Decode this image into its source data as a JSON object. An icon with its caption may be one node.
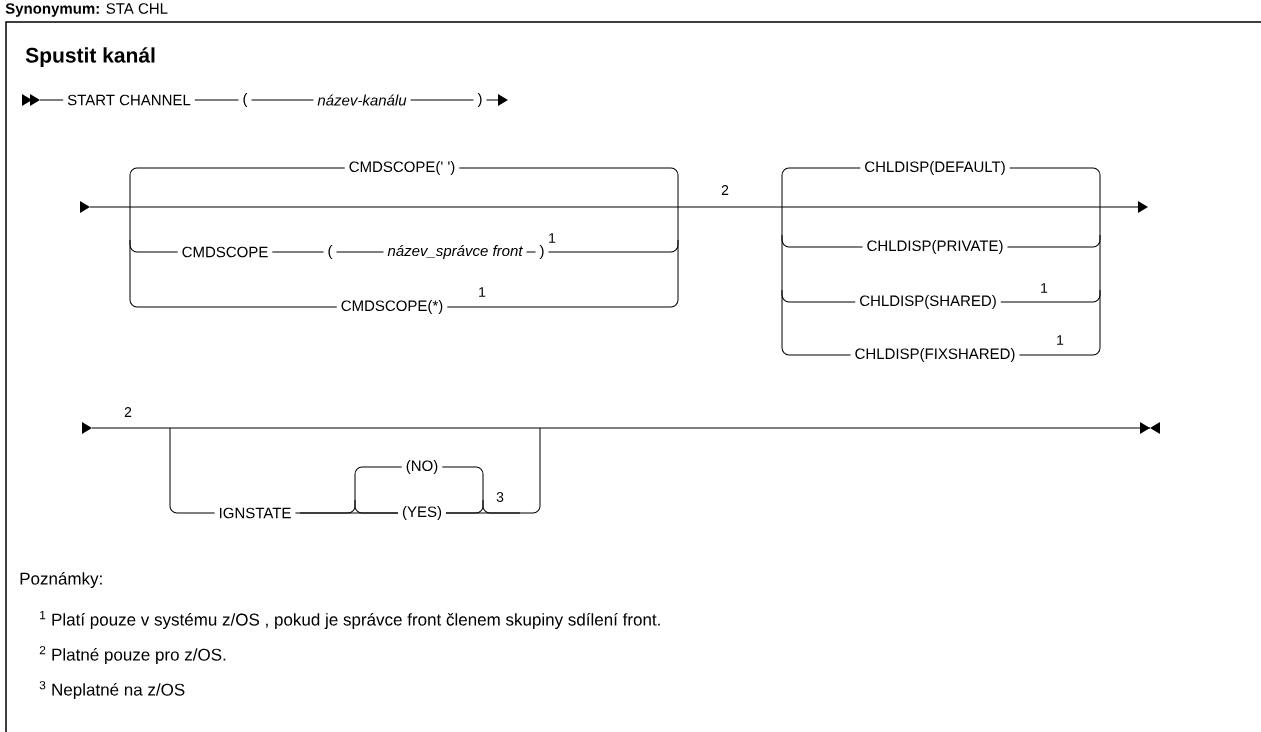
{
  "diagram": {
    "title": "Spustit kanál",
    "labels": [
      "**Synonymum:** STA CHL",
      "START CHANNEL",
      "(",
      "název-kanálu",
      ")",
      "CMDSCOPE(' ')",
      "2",
      "CHLDISP(DEFAULT)",
      "CMDSCOPE",
      "(",
      "název_správce front",
      ")",
      "1",
      "CHLDISP(PRIVATE)",
      "CMDSCOPE(*)",
      "1",
      "CHLDISP(SHARED)",
      "1",
      "CHLDISP(FIXSHARED)",
      "1",
      "2",
      "(NO)",
      "IGNSTATE",
      "(YES)",
      "3",
      "Poznámky:",
      "$^{1}$ Platí pouze v systému z/OS , pokud je správce front členem skupiny sdílení front.",
      "$^{2}$ Platné pouze pro z/OS.",
      "$^{3}$ Neplatné na z/OS"
    ]
  }
}
